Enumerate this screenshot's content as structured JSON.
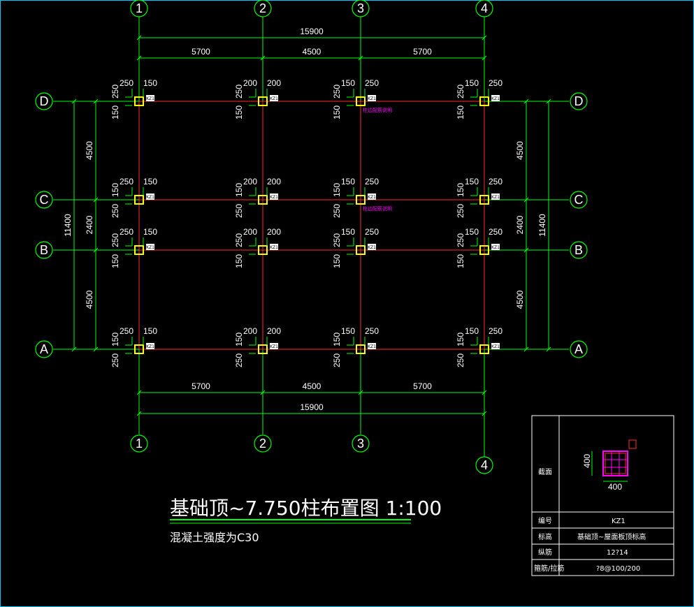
{
  "title": "基础顶~7.750柱布置图 1:100",
  "subtitle": "混凝土强度为C30",
  "axes": {
    "vertical": [
      "1",
      "2",
      "3",
      "4"
    ],
    "horizontal": [
      "D",
      "C",
      "B",
      "A"
    ]
  },
  "dimensions": {
    "total_width": "15900",
    "bays": [
      "5700",
      "4500",
      "5700"
    ],
    "row_spacings": [
      "4500",
      "2400",
      "4500"
    ],
    "total_depth": "11400"
  },
  "column_offsets": {
    "edge": [
      "250",
      "150"
    ],
    "middle": [
      "200",
      "200"
    ],
    "y_top": [
      "250",
      "150"
    ]
  },
  "column_label": "KZ1",
  "note_tag": "柱边配筋说明",
  "section_table": {
    "section_label": "截面",
    "width_dim": "400",
    "height_dim": "400",
    "rows": [
      {
        "label": "编号",
        "value": "KZ1"
      },
      {
        "label": "标高",
        "value": "基础顶~屋面板顶标高"
      },
      {
        "label": "纵筋",
        "value": "12?14"
      },
      {
        "label": "箍筋/拉筋",
        "value": "?8@100/200"
      }
    ]
  },
  "colors": {
    "axis_line": "#ff2a2a",
    "dimension": "#00ff00",
    "column": "#ffff00",
    "tag": "#ff00ff",
    "frame": "#00c8ff"
  }
}
